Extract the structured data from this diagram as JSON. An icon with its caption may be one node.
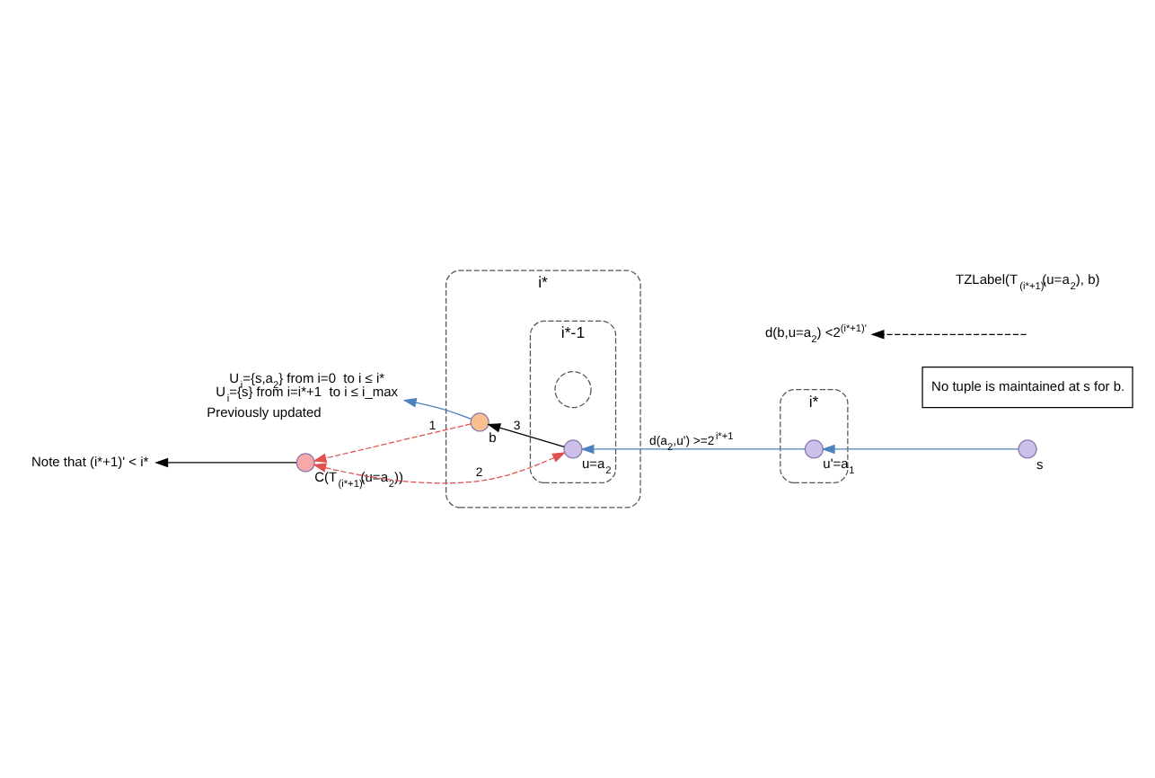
{
  "diagram": {
    "nodes": [
      {
        "text": [
          "i*"
        ]
      },
      {
        "text": [],
        "shape": "circle",
        "beside": [
          "u'=a$_{1}$"
        ],
        "in": 0
      },
      {
        "text": [],
        "shape": "circle",
        "beside": [
          "s"
        ]
      },
      {
        "text": [
          "No tuple is maintained at s for b."
        ]
      },
      {
        "text": [
          "i*"
        ]
      },
      {
        "text": [
          "i*-1"
        ],
        "in": 4
      },
      {
        "text": [],
        "shape": "circle",
        "in": 5
      },
      {
        "text": [],
        "shape": "circle",
        "beside": [
          "u=a$_{2}$"
        ],
        "in": 5
      },
      {
        "text": [],
        "shape": "circle",
        "beside": [
          "b"
        ],
        "in": 4
      },
      {
        "text": [
          "d(b,u=a$_{2}$) <2$^{(i*+1)'}$"
        ]
      },
      {
        "text": [],
        "shape": "circle",
        "beside": [
          "C(T$_{(i*+1)'}$(u=a$_{2}$))"
        ]
      },
      {
        "text": [
          "Note that (i*+1)' < i*"
        ]
      },
      {
        "text": [
          "U$_{i}$={s,a$_{2}$} from i=0  to i ≤ i*",
          "U$_{i}$={s} from i=i*+1  to i ≤ i_max"
        ],
        "beside": [
          "Previously updated"
        ]
      }
    ],
    "edges": [
      {
        "from": 2,
        "to": 1,
        "arrow": "to",
        "color": "#4f81bd"
      },
      {
        "from": 1,
        "to": 7,
        "arrow": "to",
        "color": "#4f81bd",
        "label": "d(a$_{2}$,u') >=2$^{i*+1}$"
      },
      {
        "from": 7,
        "to": 8,
        "arrow": "to",
        "color": "#000000",
        "label": "3"
      },
      {
        "from": 8,
        "to": 10,
        "arrow": "to",
        "style": "dashed",
        "color": "#e05050",
        "label": "1"
      },
      {
        "from": 10,
        "to": 7,
        "arrow": "both",
        "style": "dashed",
        "color": "#e05050",
        "label": "2"
      },
      {
        "from": null,
        "to": 9,
        "arrow": "to",
        "style": "dashed",
        "color": "#000000"
      },
      {
        "from": 10,
        "to": 11,
        "arrow": "to",
        "color": "#000000"
      },
      {
        "from": 8,
        "to": 12,
        "arrow": "to",
        "color": "#4f81bd"
      }
    ],
    "labels": [
      "TZLabel(T$_{(i*+1)'}$(u=a$_{2}$), b)"
    ]
  }
}
